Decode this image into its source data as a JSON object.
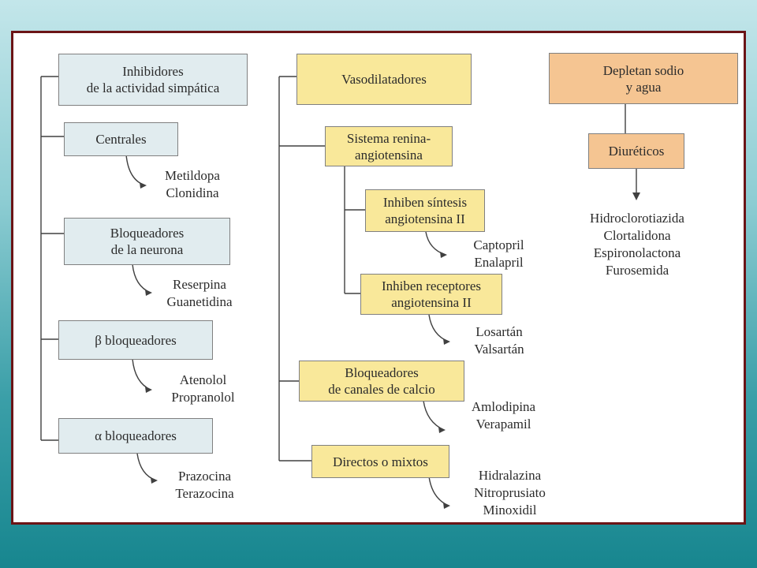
{
  "column1": {
    "header": "Inhibidores\nde la actividad simpática",
    "groups": [
      {
        "label": "Centrales",
        "drugs": "Metildopa\nClonidina"
      },
      {
        "label": "Bloqueadores\nde la neurona",
        "drugs": "Reserpina\nGuanetidina"
      },
      {
        "label": "β bloqueadores",
        "drugs": "Atenolol\nPropranolol"
      },
      {
        "label": "α  bloqueadores",
        "drugs": "Prazocina\nTerazocina"
      }
    ]
  },
  "column2": {
    "header": "Vasodilatadores",
    "renin": "Sistema renina-\nangiotensina",
    "renin_subgroups": [
      {
        "label": "Inhiben síntesis\nangiotensina II",
        "drugs": "Captopril\nEnalapril"
      },
      {
        "label": "Inhiben receptores\nangiotensina II",
        "drugs": "Losartán\nValsartán"
      }
    ],
    "groups": [
      {
        "label": "Bloqueadores\nde canales de calcio",
        "drugs": "Amlodipina\nVerapamil"
      },
      {
        "label": "Directos o mixtos",
        "drugs": "Hidralazina\nNitroprusiato\nMinoxidil"
      }
    ]
  },
  "column3": {
    "header": "Depletan sodio\ny agua",
    "group": "Diuréticos",
    "drugs": "Hidroclorotiazida\nClortalidona\nEspironolactona\nFurosemida"
  },
  "colors": {
    "frame_border": "#6b1416",
    "gray_box": "#e1ecef",
    "yellow_box": "#f9e89a",
    "orange_box": "#f5c592"
  }
}
